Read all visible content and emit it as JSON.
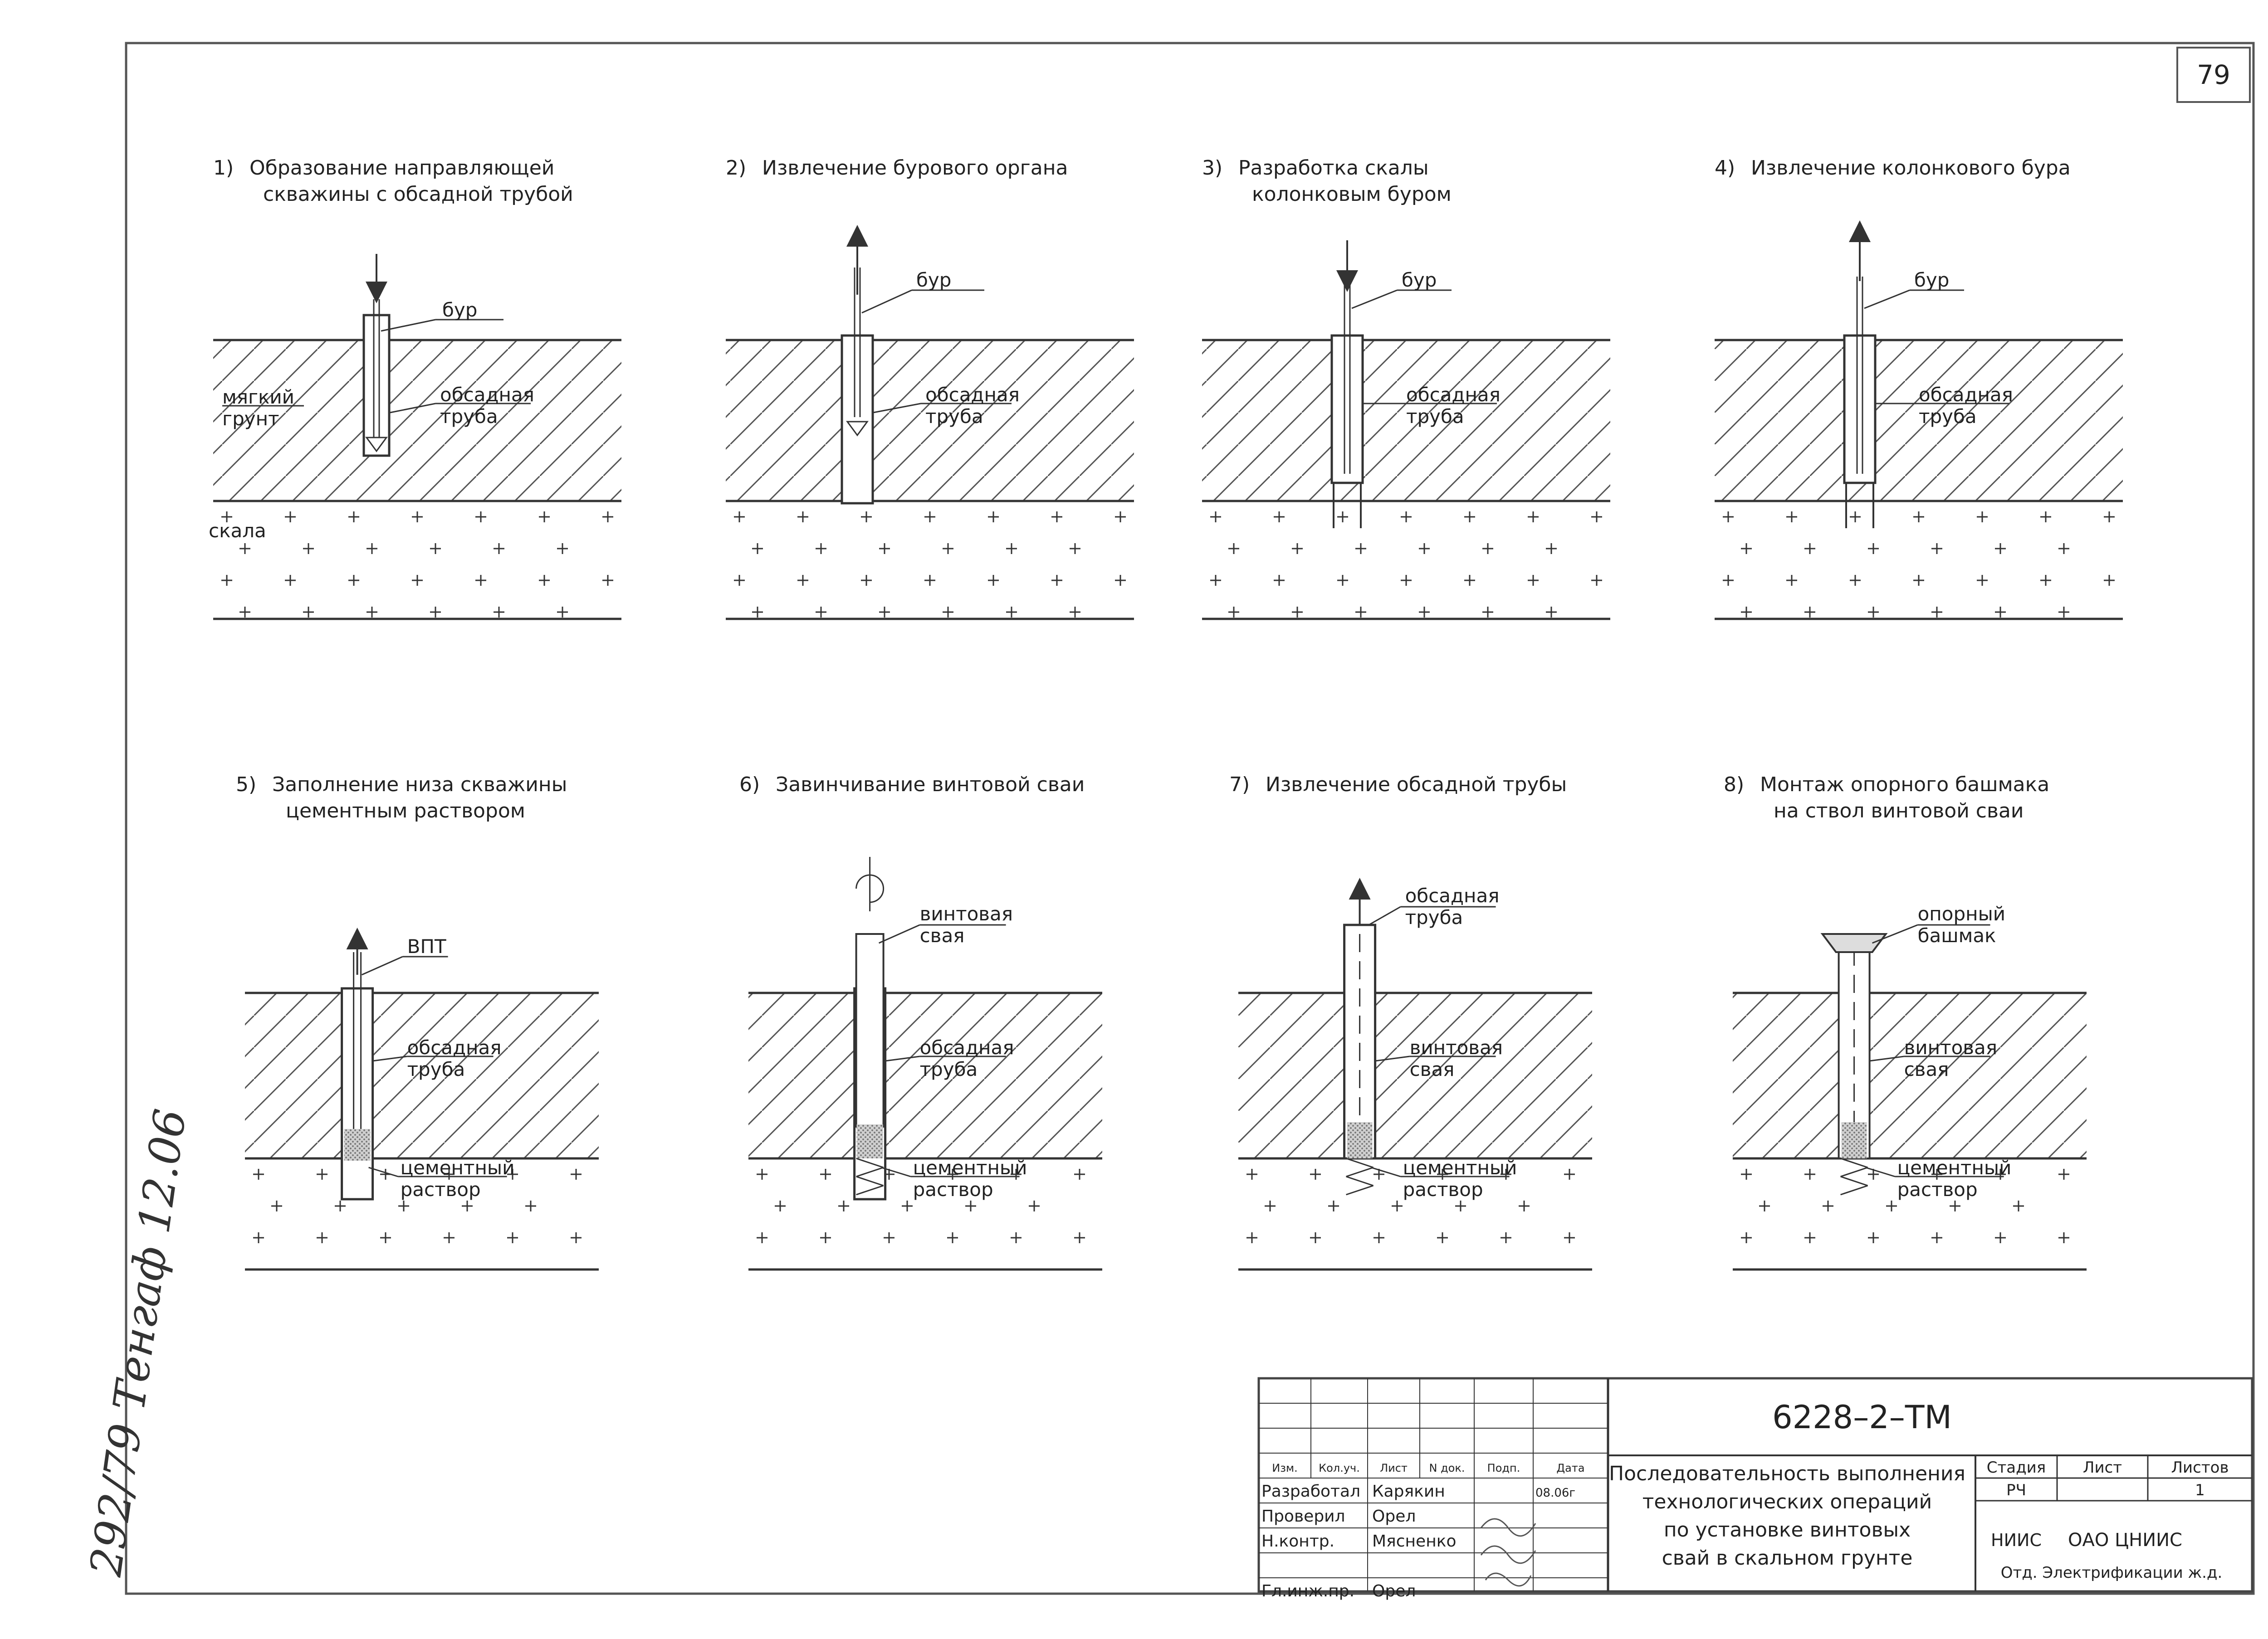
{
  "sheet": {
    "page_number": "79",
    "side_note": "292/79 Тенгаф 12.06"
  },
  "steps": [
    {
      "num": "1)",
      "title": [
        "Образование направляющей",
        "скважины с обсадной трубой"
      ],
      "labels": {
        "drill": "бур",
        "casing": [
          "обсадная",
          "труба"
        ],
        "soil": [
          "мягкий",
          "грунт"
        ],
        "rock": "скала"
      }
    },
    {
      "num": "2)",
      "title": [
        "Извлечение бурового органа"
      ],
      "labels": {
        "drill": "бур",
        "casing": [
          "обсадная",
          "труба"
        ]
      }
    },
    {
      "num": "3)",
      "title": [
        "Разработка скалы",
        "колонковым буром"
      ],
      "labels": {
        "drill": "бур",
        "casing": [
          "обсадная",
          "труба"
        ]
      }
    },
    {
      "num": "4)",
      "title": [
        "Извлечение колонкового бура"
      ],
      "labels": {
        "drill": "бур",
        "casing": [
          "обсадная",
          "труба"
        ]
      }
    },
    {
      "num": "5)",
      "title": [
        "Заполнение низа скважины",
        "цементным раствором"
      ],
      "labels": {
        "vpt": "ВПТ",
        "casing": [
          "обсадная",
          "труба"
        ],
        "cement": [
          "цементный",
          "раствор"
        ]
      }
    },
    {
      "num": "6)",
      "title": [
        "Завинчивание винтовой сваи"
      ],
      "labels": {
        "pile": [
          "винтовая",
          "свая"
        ],
        "casing": [
          "обсадная",
          "труба"
        ],
        "cement": [
          "цементный",
          "раствор"
        ]
      }
    },
    {
      "num": "7)",
      "title": [
        "Извлечение обсадной трубы"
      ],
      "labels": {
        "casing_top": [
          "обсадная",
          "труба"
        ],
        "pile": [
          "винтовая",
          "свая"
        ],
        "cement": [
          "цементный",
          "раствор"
        ]
      }
    },
    {
      "num": "8)",
      "title": [
        "Монтаж опорного башмака",
        "на ствол винтовой сваи"
      ],
      "labels": {
        "shoe": [
          "опорный",
          "башмак"
        ],
        "pile": [
          "винтовая",
          "свая"
        ],
        "cement": [
          "цементный",
          "раствор"
        ]
      }
    }
  ],
  "title_block": {
    "doc_code": "6228–2–ТМ",
    "headers": [
      "Изм.",
      "Кол.уч.",
      "Лист",
      "N док.",
      "Подп.",
      "Дата"
    ],
    "rows": [
      {
        "role": "Разработал",
        "name": "Карякин",
        "date": "08.06г"
      },
      {
        "role": "Проверил",
        "name": "Орел",
        "date": ""
      },
      {
        "role": "Н.контр.",
        "name": "Мясненко",
        "date": ""
      },
      {
        "role": "",
        "name": "",
        "date": ""
      },
      {
        "role": "Гл.инж.пр.",
        "name": "Орел",
        "date": ""
      }
    ],
    "drawing_title": [
      "Последовательность выполнения",
      "технологических операций",
      "по установке винтовых",
      "свай в скальном грунте"
    ],
    "stage_header": "Стадия",
    "sheet_header": "Лист",
    "sheets_header": "Листов",
    "stage": "РЧ",
    "sheet": "",
    "sheets": "1",
    "org_logo": "НИИС",
    "org_line1": "ОАО ЦНИИС",
    "org_line2": "Отд. Электрификации ж.д."
  }
}
